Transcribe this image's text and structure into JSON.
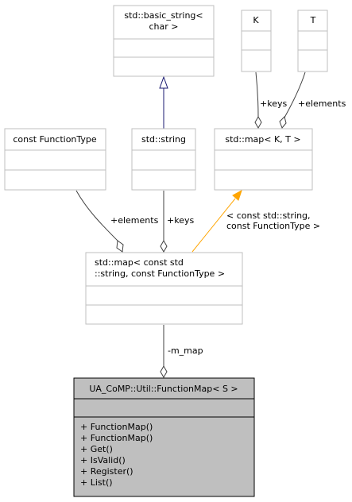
{
  "colors": {
    "box_border": "#bfbfbf",
    "box_fill": "#ffffff",
    "focus_fill": "#bfbfbf",
    "focus_border": "#000000",
    "inherit_arrow": "#191970",
    "template_arrow": "#ffa500",
    "association_line": "#404040"
  },
  "classes": {
    "basic_string": {
      "title_line1": "std::basic_string<",
      "title_line2": "char >"
    },
    "K": {
      "title": "K"
    },
    "T": {
      "title": "T"
    },
    "function_type": {
      "title": "const FunctionType"
    },
    "std_string": {
      "title": "std::string"
    },
    "std_map_kt": {
      "title": "std::map< K, T >"
    },
    "map_specialized": {
      "title_line1": "std::map< const std",
      "title_line2": "::string, const FunctionType >"
    },
    "function_map": {
      "title": "UA_CoMP::Util::FunctionMap< S >",
      "methods": [
        "+ FunctionMap()",
        "+ FunctionMap()",
        "+ Get()",
        "+ IsValid()",
        "+ Register()",
        "+ List()"
      ]
    }
  },
  "edge_labels": {
    "k_keys": "+keys",
    "t_elements": "+elements",
    "functiontype_elements": "+elements",
    "string_keys": "+keys",
    "template_args_line1": "< const std::string,",
    "template_args_line2": "const FunctionType >",
    "m_map": "-m_map"
  }
}
